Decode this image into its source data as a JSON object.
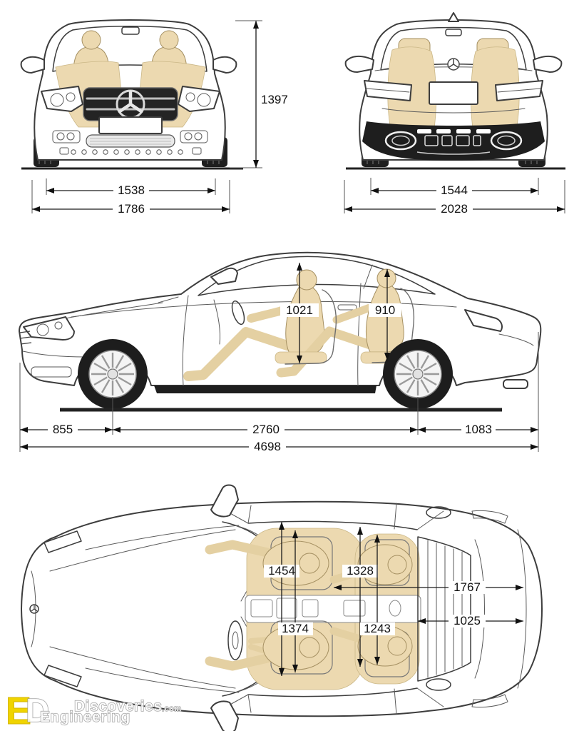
{
  "title": "car-dimensions-blueprint",
  "colors": {
    "background": "#ffffff",
    "line_art": "#3d3d3d",
    "dark_fill": "#1e1e1e",
    "seat_beige": "#ecd9b0",
    "dimension_text": "#111111",
    "watermark_yellow": "#f0d400"
  },
  "views": {
    "front": {
      "name": "front-view",
      "dim_height": "1397",
      "dim_track": "1538",
      "dim_width": "1786"
    },
    "rear": {
      "name": "rear-view",
      "dim_track": "1544",
      "dim_width": "2028"
    },
    "side": {
      "name": "side-view",
      "dim_headroom_front": "1021",
      "dim_headroom_rear": "910",
      "dim_overhang_front": "855",
      "dim_wheelbase": "2760",
      "dim_overhang_rear": "1083",
      "dim_length": "4698"
    },
    "top": {
      "name": "top-view",
      "dim_interior_front": "1454",
      "dim_elbow_front": "1374",
      "dim_interior_rear": "1328",
      "dim_elbow_rear": "1243",
      "dim_width_body": "1767",
      "dim_width_rear": "1025"
    }
  },
  "watermark": {
    "logo_e": "E",
    "logo_d": "D",
    "brand": "Discoveries",
    "brand_suffix": ".com",
    "line2": "Engineering"
  }
}
